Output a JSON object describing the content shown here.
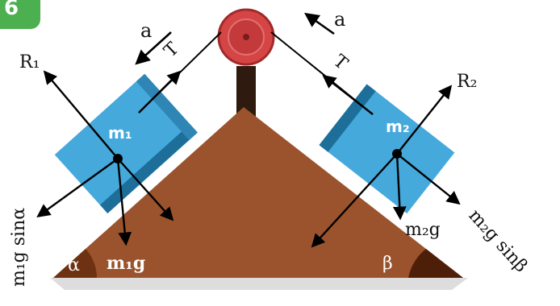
{
  "figure": {
    "badge": "6",
    "block_left": {
      "mass_label": "m₁"
    },
    "block_right": {
      "mass_label": "m₂"
    },
    "labels": {
      "accel_left": "a",
      "accel_right": "a",
      "tension_left": "T",
      "tension_right": "T",
      "normal_left": "R₁",
      "normal_right": "R₂",
      "weight_left": "m₁g",
      "weight_right": "m₂g",
      "component_left": "m₁g sinα",
      "component_right": "m₂g sinβ",
      "angle_left": "α",
      "angle_right": "β"
    },
    "colors": {
      "incline": "#9a532c",
      "incline_dark": "#6e3213",
      "block": "#45a9dc",
      "block_edge": "#1d6f9a",
      "pulley": "#d64545",
      "post": "#2f1a10",
      "badge": "#4caf50"
    }
  }
}
